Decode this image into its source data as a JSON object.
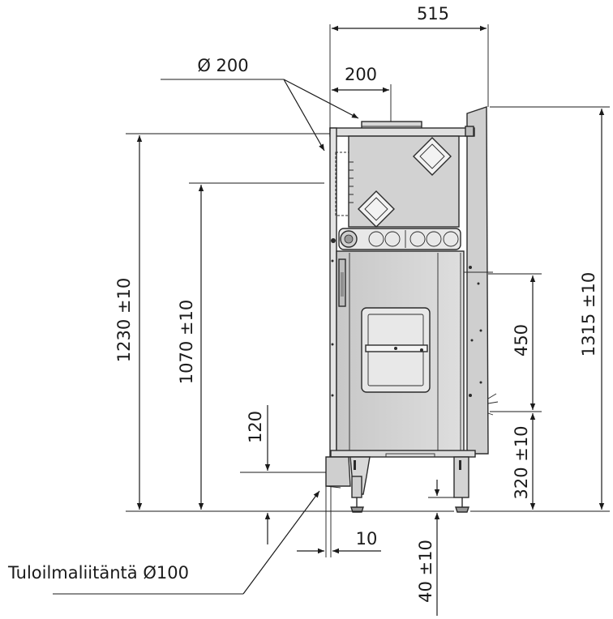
{
  "dimensions": {
    "overall_width": "515",
    "flue_diameter": "Ø 200",
    "flue_offset": "200",
    "height_left": "1230 ±10",
    "height_mid": "1070 ±10",
    "height_right": "1315 ±10",
    "door_section": "450",
    "lower_section": "320 ±10",
    "inlet_height": "120",
    "inlet_offset": "10",
    "leg_height": "40 ±10"
  },
  "labels": {
    "air_inlet": "Tuloilmaliitäntä Ø100"
  },
  "colors": {
    "line": "#1a1a1a",
    "body_fill": "#d4d4d4",
    "body_dark": "#bdbdbd",
    "body_light": "#e6e6e6"
  }
}
